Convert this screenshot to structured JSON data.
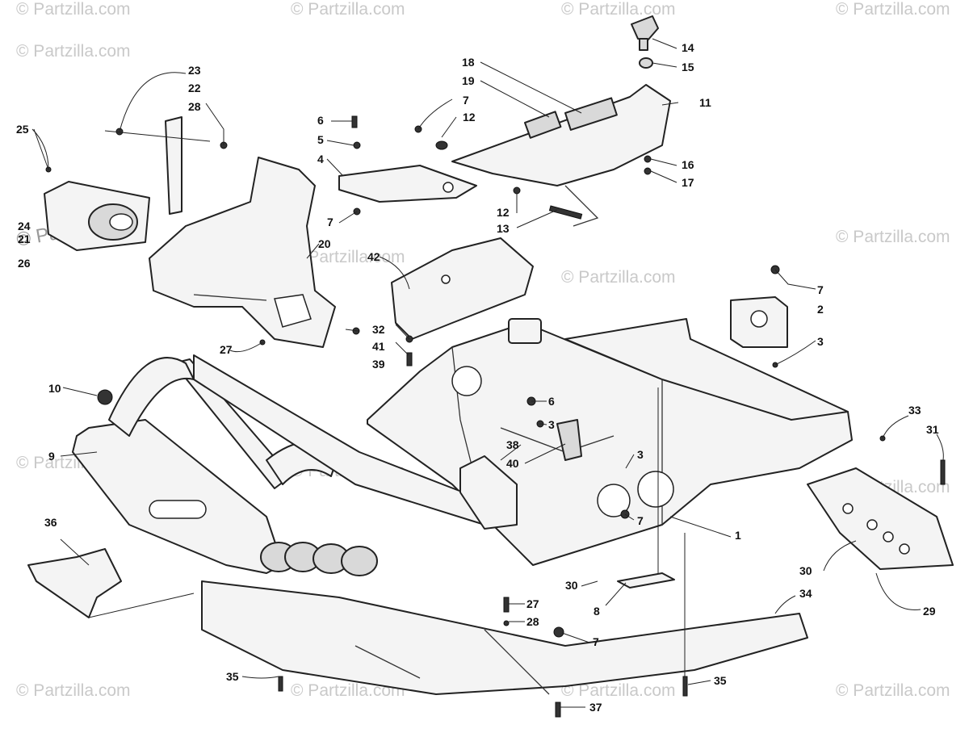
{
  "watermark": {
    "text": "© Partzilla.com",
    "prominent_text": "© Partzilla.com"
  },
  "callouts": {
    "n1": "1",
    "n2": "2",
    "n3a": "3",
    "n3b": "3",
    "n3c": "3",
    "n4": "4",
    "n5": "5",
    "n6a": "6",
    "n6b": "6",
    "n7a": "7",
    "n7b": "7",
    "n7c": "7",
    "n7d": "7",
    "n7e": "7",
    "n8": "8",
    "n9": "9",
    "n10": "10",
    "n11": "11",
    "n12a": "12",
    "n12b": "12",
    "n13": "13",
    "n14": "14",
    "n15": "15",
    "n16": "16",
    "n17": "17",
    "n18": "18",
    "n19": "19",
    "n20": "20",
    "n21": "21",
    "n22": "22",
    "n23": "23",
    "n24": "24",
    "n25": "25",
    "n26": "26",
    "n27a": "27",
    "n27b": "27",
    "n28a": "28",
    "n28b": "28",
    "n29": "29",
    "n30a": "30",
    "n30b": "30",
    "n31": "31",
    "n32": "32",
    "n33": "33",
    "n34": "34",
    "n35a": "35",
    "n35b": "35",
    "n36": "36",
    "n37": "37",
    "n38": "38",
    "n39": "39",
    "n40": "40",
    "n41": "41",
    "n42": "42"
  }
}
